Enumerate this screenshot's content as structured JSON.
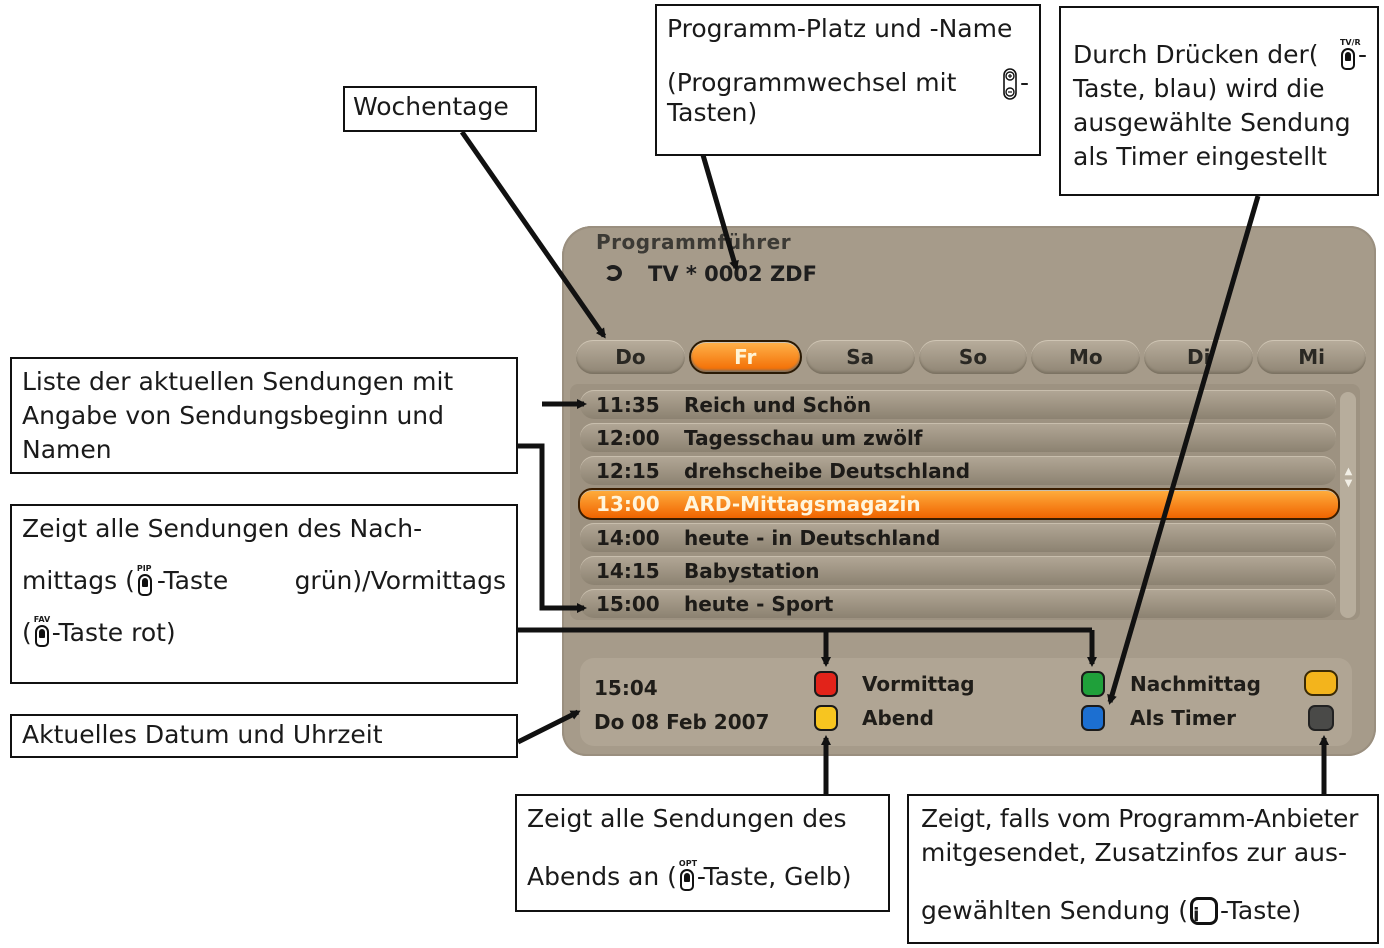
{
  "callouts": {
    "wochentage": "Wochentage",
    "programm_line1": "Programm-Platz und -Name",
    "programm_line2": "(Programmwechsel mit",
    "programm_line2_end": "-",
    "programm_line3": "Tasten)",
    "timer_line1": "Durch Drücken der(",
    "timer_key": "TV/R",
    "timer_line1_end": "-",
    "timer_line2": "Taste, blau) wird die",
    "timer_line3": "ausgewählte Sendung",
    "timer_line4": "als Timer eingestellt",
    "liste_line1": "Liste der aktuellen Sendungen mit",
    "liste_line2": "Angabe von Sendungsbeginn und",
    "liste_line3": "Namen",
    "nach_line1": "Zeigt alle Sendungen des Nach-",
    "nach_line2a": "mittags (",
    "nach_key1": "PIP",
    "nach_line2b": "-Taste grün)/Vormittags",
    "nach_line3a": "(",
    "nach_key2": "FAV",
    "nach_line3b": "-Taste rot)",
    "datum": "Aktuelles Datum und Uhrzeit",
    "abend_line1": "Zeigt alle Sendungen des",
    "abend_line2a": "Abends an (",
    "abend_key": "OPT",
    "abend_line2b": "-Taste, Gelb)",
    "info_line1": "Zeigt, falls vom Programm-Anbieter",
    "info_line2": "mitgesendet, Zusatzinfos zur aus-",
    "info_line3a": "gewählten Sendung (",
    "info_key": "i",
    "info_line3b": "-Taste)"
  },
  "screen": {
    "title": "Programmführer",
    "channel": "TV * 0002 ZDF",
    "days": [
      "Do",
      "Fr",
      "Sa",
      "So",
      "Mo",
      "Di",
      "Mi"
    ],
    "active_day": "Fr",
    "programmes": [
      {
        "time": "11:35",
        "title": "Reich und Schön"
      },
      {
        "time": "12:00",
        "title": "Tagesschau um zwölf"
      },
      {
        "time": "12:15",
        "title": "drehscheibe Deutschland"
      },
      {
        "time": "13:00",
        "title": "ARD-Mittagsmagazin"
      },
      {
        "time": "14:00",
        "title": "heute - in Deutschland"
      },
      {
        "time": "14:15",
        "title": "Babystation"
      },
      {
        "time": "15:00",
        "title": "heute - Sport"
      }
    ],
    "selected_programme": "13:00",
    "clock": "15:04",
    "date": "Do 08 Feb 2007",
    "legend": {
      "vormittag": "Vormittag",
      "abend": "Abend",
      "nachmittag": "Nachmittag",
      "als_timer": "Als Timer"
    },
    "colors": {
      "red": "#e2231a",
      "green": "#1fa03a",
      "yellow": "#f7c520",
      "blue": "#1c6fd1",
      "highlight": "#f26a00"
    }
  }
}
